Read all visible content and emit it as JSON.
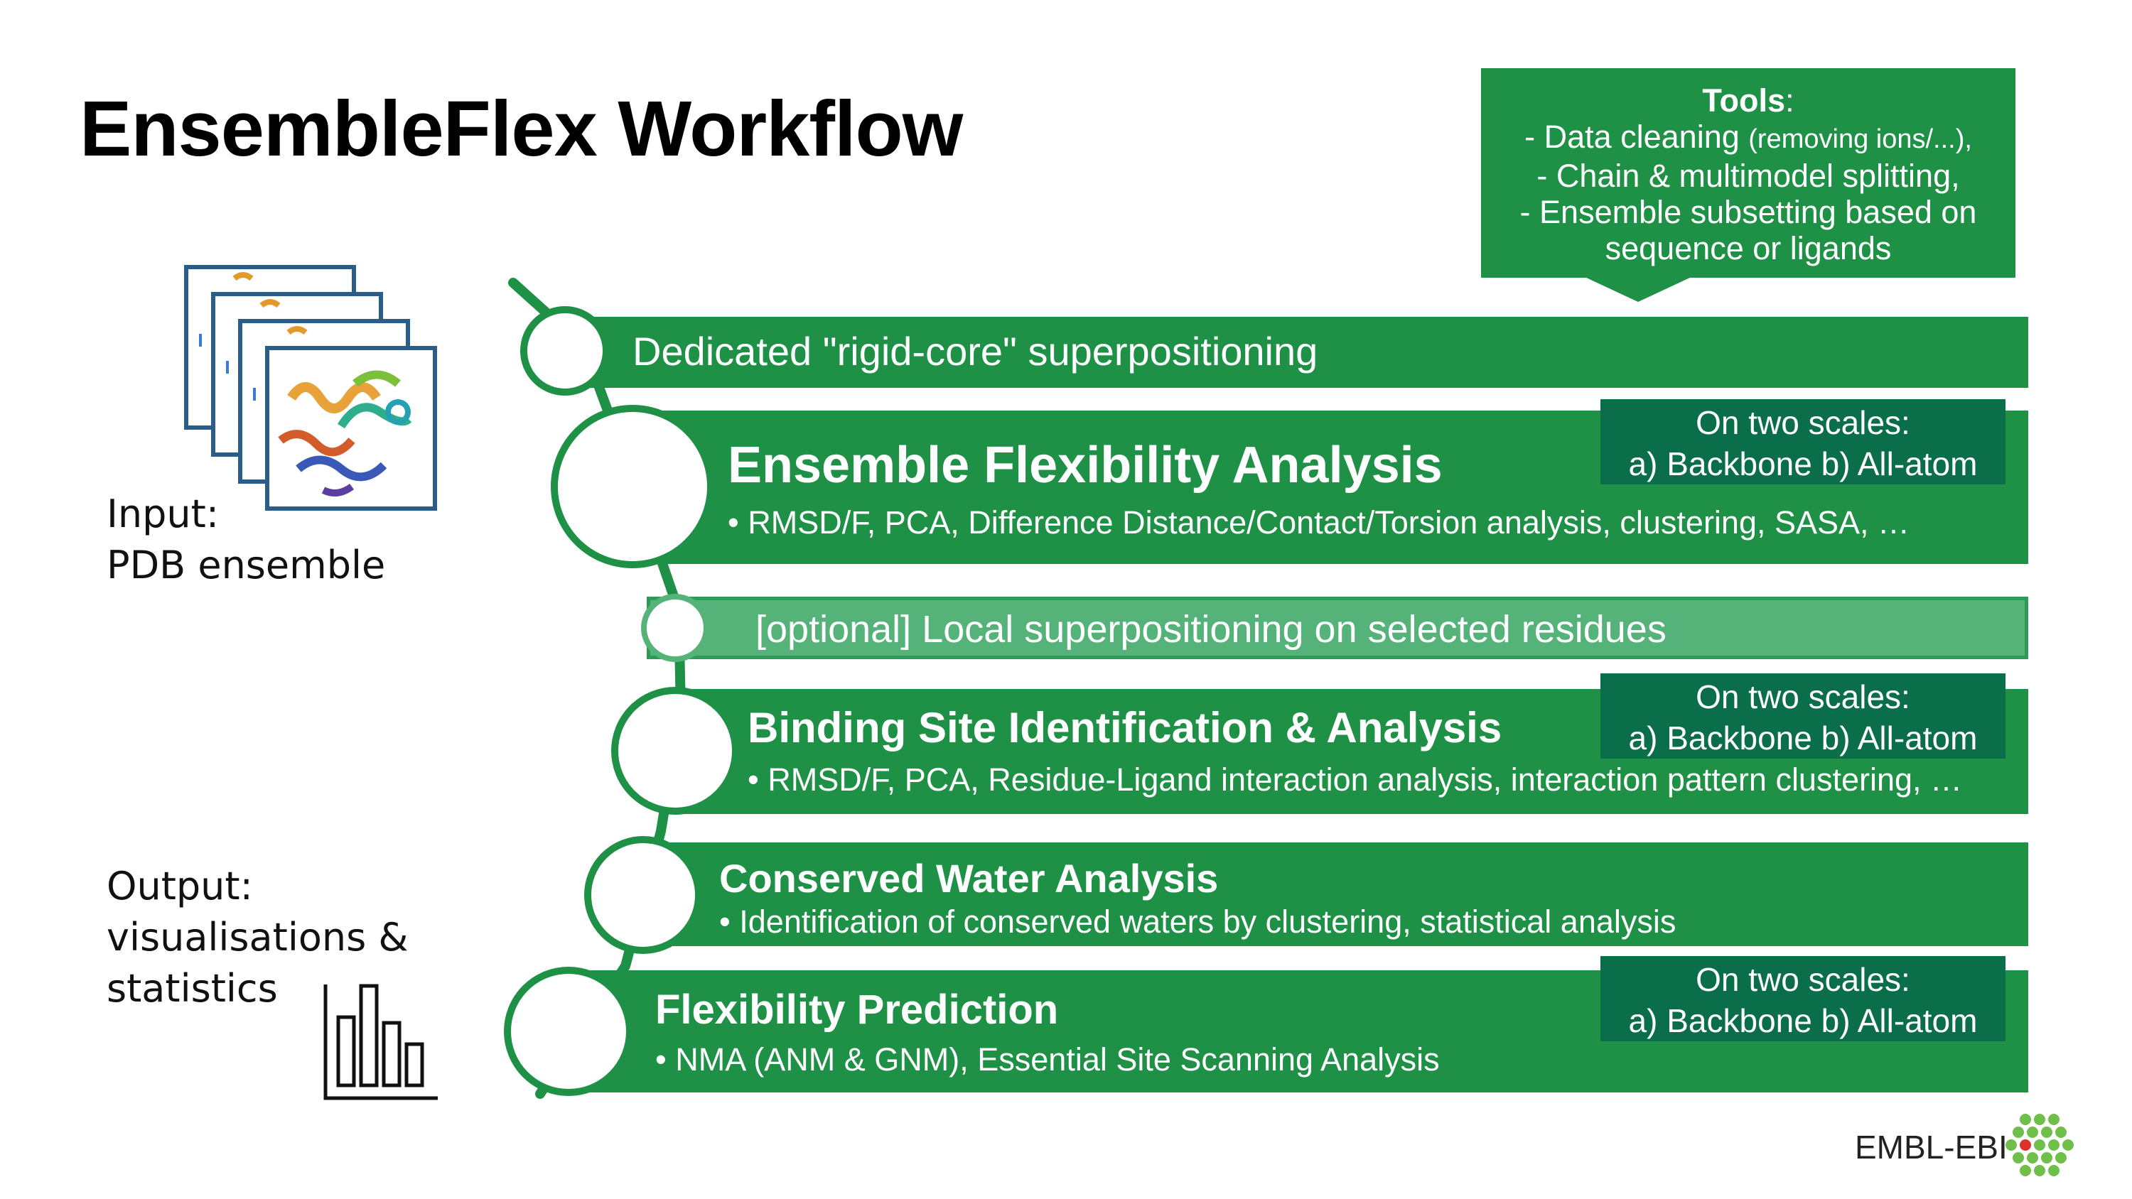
{
  "title": "EnsembleFlex Workflow",
  "input_label": {
    "line1": "Input:",
    "line2": "PDB ensemble"
  },
  "output_label": {
    "line1": "Output:",
    "line2": "visualisations &",
    "line3": "statistics"
  },
  "tools": {
    "heading": "Tools",
    "heading_suffix": ":",
    "line1_main": "- Data cleaning ",
    "line1_small": "(removing ions/...),",
    "line2": "- Chain & multimodel splitting,",
    "line3": "- Ensemble subsetting based on",
    "line4": "sequence or ligands"
  },
  "steps": [
    {
      "heading": "Dedicated \"rigid-core\" superpositioning"
    },
    {
      "heading": "Ensemble Flexibility Analysis",
      "bullet": "• RMSD/F, PCA, Difference Distance/Contact/Torsion analysis, clustering, SASA, …"
    },
    {
      "heading": "[optional] Local superpositioning on selected residues"
    },
    {
      "heading": "Binding Site Identification & Analysis",
      "bullet": "• RMSD/F, PCA, Residue-Ligand interaction analysis, interaction pattern clustering, …"
    },
    {
      "heading": "Conserved Water Analysis",
      "bullet": "• Identification of conserved waters by clustering, statistical analysis"
    },
    {
      "heading": "Flexibility Prediction",
      "bullet": "• NMA (ANM & GNM), Essential Site Scanning Analysis"
    }
  ],
  "scale_box": {
    "line1": "On two scales:",
    "line2": "a) Backbone b) All-atom"
  },
  "logo": {
    "text": "EMBL-EBI"
  },
  "colors": {
    "green": "#1e9147",
    "dark_green": "#0b6e4a",
    "optional_green": "#55b37a"
  }
}
